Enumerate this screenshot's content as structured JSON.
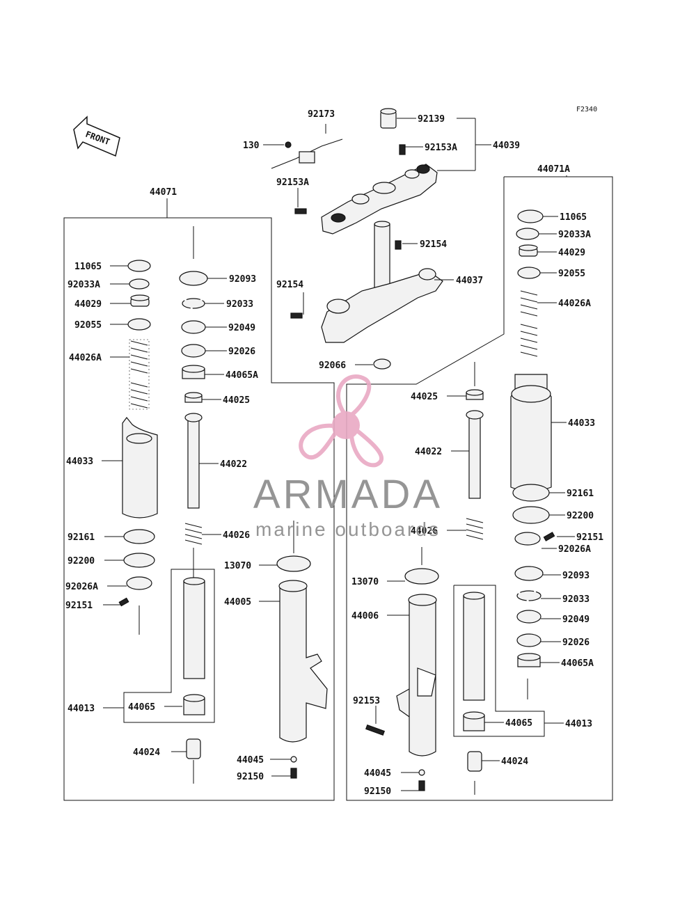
{
  "figure_code": "F2340",
  "front_label": "FRONT",
  "watermark": {
    "brand": "ARMADA",
    "tagline": "marine outboards",
    "logo_color": "#e9a9c4",
    "text_color": "#8a8a8a"
  },
  "labels": {
    "l130": "130",
    "l92173": "92173",
    "l92139": "92139",
    "l92153A_top": "92153A",
    "l44039": "44039",
    "l92153A_left": "92153A",
    "l92154_right": "92154",
    "l92154_left": "92154",
    "l44037": "44037",
    "l92066": "92066",
    "l44071": "44071",
    "l44071A": "44071A",
    "L11065": "11065",
    "L92033A": "92033A",
    "L44029": "44029",
    "L92055": "92055",
    "L44026A": "44026A",
    "L44033": "44033",
    "L92161": "92161",
    "L92200": "92200",
    "L92026A": "92026A",
    "L92151": "92151",
    "L44013": "44013",
    "L44065": "44065",
    "L44024": "44024",
    "L92093": "92093",
    "L92033": "92033",
    "L92049": "92049",
    "L92026": "92026",
    "L44065A": "44065A",
    "L44025": "44025",
    "L44022": "44022",
    "L44026": "44026",
    "L13070": "13070",
    "L44005": "44005",
    "L44045": "44045",
    "L92150": "92150",
    "R44025": "44025",
    "R44022": "44022",
    "R44026": "44026",
    "R13070": "13070",
    "R44006": "44006",
    "R92153": "92153",
    "R44045": "44045",
    "R92150": "92150",
    "R11065": "11065",
    "R92033A": "92033A",
    "R44029": "44029",
    "R92055": "92055",
    "R44026A": "44026A",
    "R44033": "44033",
    "R92161": "92161",
    "R92200": "92200",
    "R92151": "92151",
    "R92026A": "92026A",
    "R92093": "92093",
    "R92033": "92033",
    "R92049": "92049",
    "R92026": "92026",
    "R44065A": "44065A",
    "R44065": "44065",
    "R44013": "44013",
    "R44024": "44024"
  }
}
